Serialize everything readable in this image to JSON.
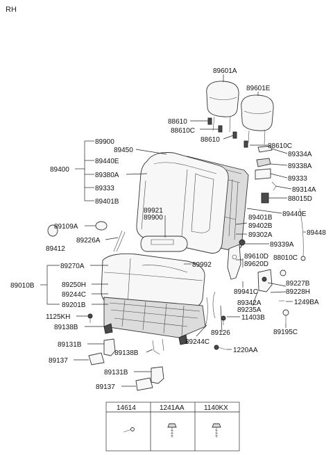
{
  "side_label": "RH",
  "callouts": {
    "c89601A": "89601A",
    "c89601E": "89601E",
    "c88610a": "88610",
    "c88610Ca": "88610C",
    "c88610b": "88610",
    "c88610Cb": "88610C",
    "c89900a": "89900",
    "c89450": "89450",
    "c89440Ea": "89440E",
    "c89380A": "89380A",
    "c89333a": "89333",
    "c89401Ba": "89401B",
    "c89400": "89400",
    "c89334A": "89334A",
    "c89338A": "89338A",
    "c89333b": "89333",
    "c89314A": "89314A",
    "c88015D": "88015D",
    "c89440Eb": "89440E",
    "c89448": "89448",
    "c89921": "89921",
    "c89900b": "89900",
    "c89401Bb": "89401B",
    "c89402B": "89402B",
    "c89302A": "89302A",
    "c89339A": "89339A",
    "c89109A": "89109A",
    "c89412": "89412",
    "c89226A": "89226A",
    "c89270A": "89270A",
    "c89010B": "89010B",
    "c89250H": "89250H",
    "c89244Ca": "89244C",
    "c89201B": "89201B",
    "c89992": "89992",
    "c89610D": "89610D",
    "c89620D": "89620D",
    "c88010C": "88010C",
    "c89941C": "89941C",
    "c89227B": "89227B",
    "c89228H": "89228H",
    "c89342A": "89342A",
    "c89235A": "89235A",
    "c1249BA": "1249BA",
    "c1125KH": "1125KH",
    "c89138Ba": "89138B",
    "c11403B": "11403B",
    "c89126": "89126",
    "c89195C": "89195C",
    "c89244Cb": "89244C",
    "c89131Ba": "89131B",
    "c89138Bb": "89138B",
    "c1220AA": "1220AA",
    "c89137a": "89137",
    "c89131Bb": "89131B",
    "c89137b": "89137"
  },
  "fastener_table": {
    "headers": [
      "14614",
      "1241AA",
      "1140KX"
    ]
  }
}
